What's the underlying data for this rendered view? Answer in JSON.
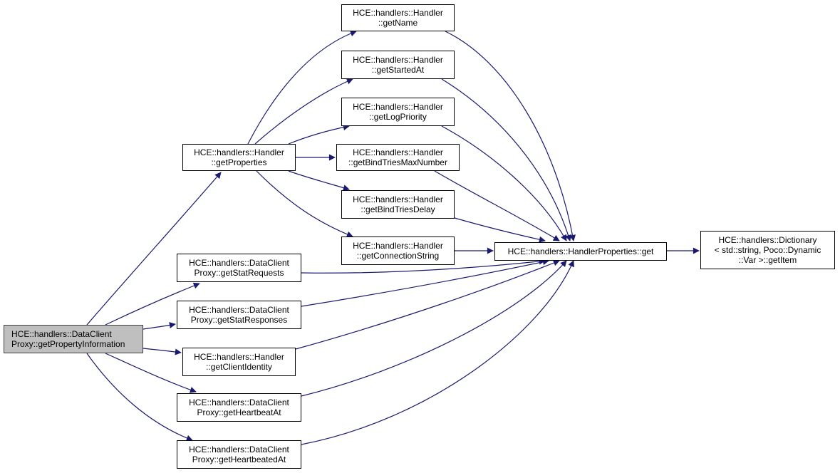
{
  "diagram": {
    "type": "call-graph",
    "edge_color": "#191970",
    "root_fill": "#bfbfbf",
    "nodes": [
      {
        "id": "root",
        "lines": [
          "HCE::handlers::DataClient",
          "Proxy::getPropertyInformation"
        ],
        "root": true
      },
      {
        "id": "getProperties",
        "lines": [
          "HCE::handlers::Handler",
          "::getProperties"
        ]
      },
      {
        "id": "getStatRequests",
        "lines": [
          "HCE::handlers::DataClient",
          "Proxy::getStatRequests"
        ]
      },
      {
        "id": "getStatResponses",
        "lines": [
          "HCE::handlers::DataClient",
          "Proxy::getStatResponses"
        ]
      },
      {
        "id": "getClientIdentity",
        "lines": [
          "HCE::handlers::Handler",
          "::getClientIdentity"
        ]
      },
      {
        "id": "getHeartbeatAt",
        "lines": [
          "HCE::handlers::DataClient",
          "Proxy::getHeartbeatAt"
        ]
      },
      {
        "id": "getHeartbeatedAt",
        "lines": [
          "HCE::handlers::DataClient",
          "Proxy::getHeartbeatedAt"
        ]
      },
      {
        "id": "getName",
        "lines": [
          "HCE::handlers::Handler",
          "::getName"
        ]
      },
      {
        "id": "getStartedAt",
        "lines": [
          "HCE::handlers::Handler",
          "::getStartedAt"
        ]
      },
      {
        "id": "getLogPriority",
        "lines": [
          "HCE::handlers::Handler",
          "::getLogPriority"
        ]
      },
      {
        "id": "getBindTriesMaxNumber",
        "lines": [
          "HCE::handlers::Handler",
          "::getBindTriesMaxNumber"
        ]
      },
      {
        "id": "getBindTriesDelay",
        "lines": [
          "HCE::handlers::Handler",
          "::getBindTriesDelay"
        ]
      },
      {
        "id": "getConnectionString",
        "lines": [
          "HCE::handlers::Handler",
          "::getConnectionString"
        ]
      },
      {
        "id": "hpGet",
        "lines": [
          "HCE::handlers::HandlerProperties::get"
        ]
      },
      {
        "id": "getItem",
        "lines": [
          "HCE::handlers::Dictionary",
          "< std::string, Poco::Dynamic",
          "::Var >::getItem"
        ]
      }
    ],
    "edges": [
      [
        "root",
        "getProperties"
      ],
      [
        "root",
        "getStatRequests"
      ],
      [
        "root",
        "getStatResponses"
      ],
      [
        "root",
        "getClientIdentity"
      ],
      [
        "root",
        "getHeartbeatAt"
      ],
      [
        "root",
        "getHeartbeatedAt"
      ],
      [
        "getProperties",
        "getName"
      ],
      [
        "getProperties",
        "getStartedAt"
      ],
      [
        "getProperties",
        "getLogPriority"
      ],
      [
        "getProperties",
        "getBindTriesMaxNumber"
      ],
      [
        "getProperties",
        "getBindTriesDelay"
      ],
      [
        "getProperties",
        "getConnectionString"
      ],
      [
        "getName",
        "hpGet"
      ],
      [
        "getStartedAt",
        "hpGet"
      ],
      [
        "getLogPriority",
        "hpGet"
      ],
      [
        "getBindTriesMaxNumber",
        "hpGet"
      ],
      [
        "getBindTriesDelay",
        "hpGet"
      ],
      [
        "getConnectionString",
        "hpGet"
      ],
      [
        "getStatRequests",
        "hpGet"
      ],
      [
        "getStatResponses",
        "hpGet"
      ],
      [
        "getClientIdentity",
        "hpGet"
      ],
      [
        "getHeartbeatAt",
        "hpGet"
      ],
      [
        "getHeartbeatedAt",
        "hpGet"
      ],
      [
        "hpGet",
        "getItem"
      ]
    ]
  }
}
